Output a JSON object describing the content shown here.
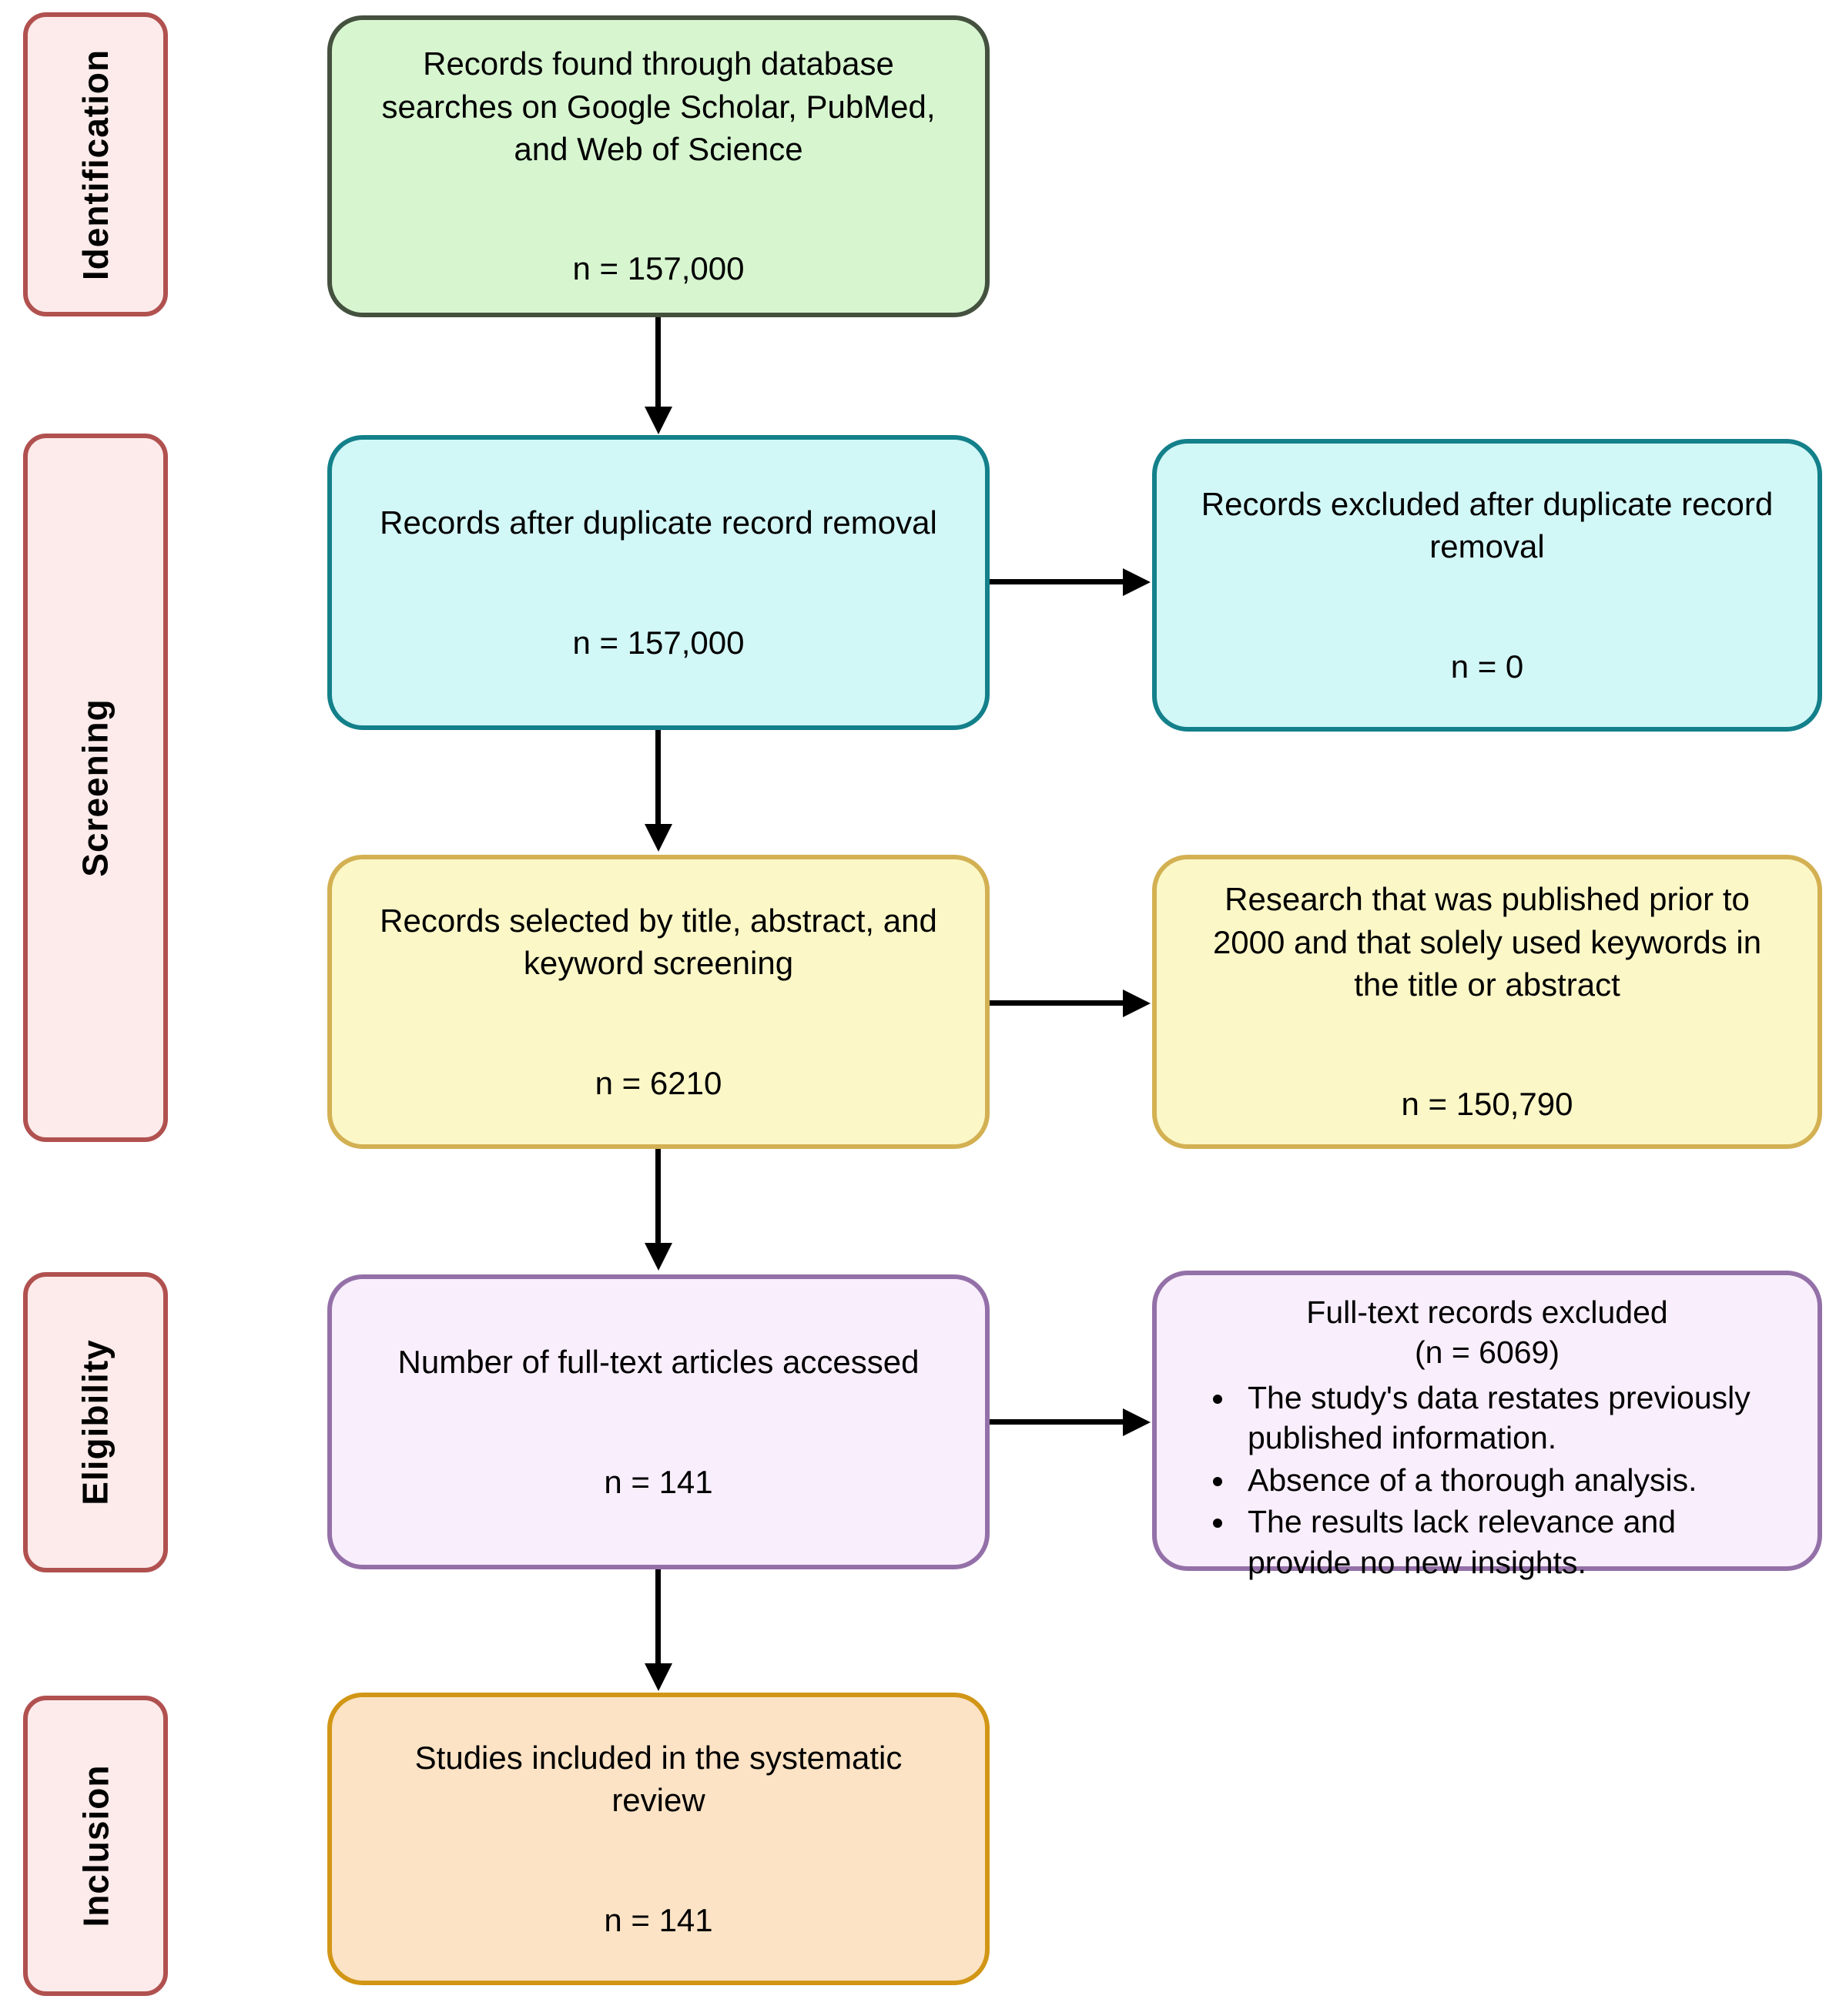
{
  "stages": [
    {
      "id": "identification",
      "label": "Identification"
    },
    {
      "id": "screening",
      "label": "Screening"
    },
    {
      "id": "eligibility",
      "label": "Eligibility"
    },
    {
      "id": "inclusion",
      "label": "Inclusion"
    }
  ],
  "flow": {
    "records_found": {
      "text": "Records found through database searches on Google Scholar, PubMed, and Web of Science",
      "count": "n = 157,000"
    },
    "dedup": {
      "text": "Records after duplicate record removal",
      "count": "n = 157,000"
    },
    "dedup_excluded": {
      "text": "Records excluded after duplicate record removal",
      "count": "n = 0"
    },
    "screened": {
      "text": "Records selected by title, abstract, and keyword screening",
      "count": "n = 6210"
    },
    "screening_excluded": {
      "text": "Research that was published prior to 2000 and that solely used keywords in the title or abstract",
      "count": "n = 150,790"
    },
    "fulltext": {
      "text": "Number of full-text articles accessed",
      "count": "n = 141"
    },
    "fulltext_excluded": {
      "title": "Full-text records excluded",
      "count": "(n = 6069)",
      "reasons": [
        "The study's data restates previously published information.",
        "Absence of a thorough analysis.",
        "The results lack relevance and provide no new insights."
      ]
    },
    "included": {
      "text": "Studies included in the systematic review",
      "count": "n = 141"
    }
  },
  "colors": {
    "stage_fill": "#fcebea",
    "stage_border": "#b05150",
    "green_fill": "#d7f6d0",
    "green_border": "#44513f",
    "cyan_fill": "#d2f7f7",
    "cyan_border": "#13808a",
    "yellow_fill": "#fbf7c7",
    "yellow_border": "#d3b052",
    "purple_fill": "#f9eefc",
    "purple_border": "#9470a8",
    "orange_fill": "#fce3c5",
    "orange_border": "#d29616",
    "arrow": "#000000",
    "text": "#000000"
  }
}
